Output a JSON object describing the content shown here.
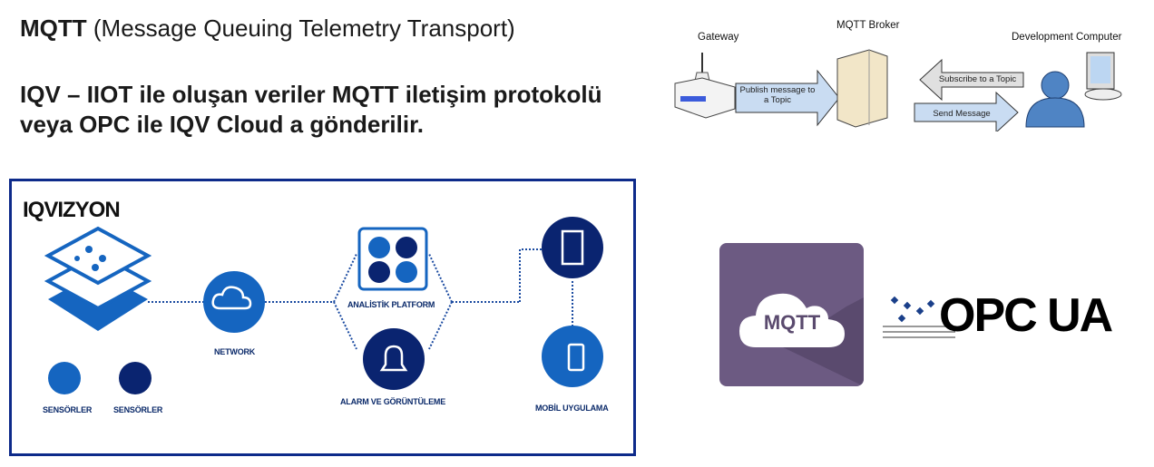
{
  "heading": {
    "bold": "MQTT",
    "rest": " (Message Queuing Telemetry Transport)"
  },
  "subtitle": "IQV – IIOT ile oluşan veriler MQTT iletişim protokolü veya OPC ile IQV Cloud a gönderilir.",
  "mqtt_diagram": {
    "gateway": "Gateway",
    "broker": "MQTT Broker",
    "computer": "Development Computer",
    "publish": "Publish message to a Topic",
    "subscribe": "Subscribe to a Topic",
    "send": "Send Message"
  },
  "iqvizyon": {
    "logo": "IQVIZYON",
    "sensors1": "SENSÖRLER",
    "sensors2": "SENSÖRLER",
    "network": "NETWORK",
    "analytics": "ANALİSTİK PLATFORM",
    "alarm": "ALARM VE GÖRÜNTÜLEME",
    "mobile": "MOBİL UYGULAMA"
  },
  "mqtt_logo": "MQTT",
  "opc_logo": "OPC UA",
  "colors": {
    "navy": "#0d2a8a",
    "blue": "#1565c0",
    "dark": "#0a2470",
    "purple": "#6c5a82"
  }
}
